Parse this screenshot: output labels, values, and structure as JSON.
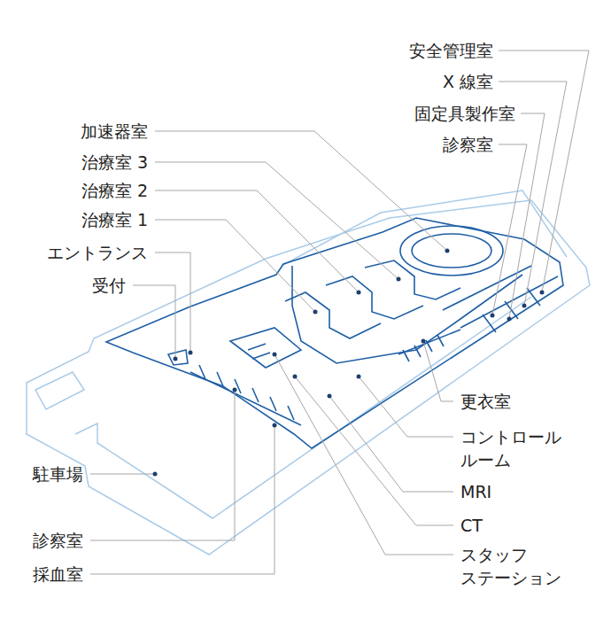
{
  "diagram": {
    "labels": [
      "安全管理室",
      "X 線室",
      "固定具製作室",
      "診察室",
      "加速器室",
      "治療室 3",
      "治療室 2",
      "治療室 1",
      "エントランス",
      "受付",
      "更衣室",
      "コントロール ルーム",
      "MRI",
      "CT",
      "スタッフ ステーション",
      "駐車場",
      "診察室",
      "採血室"
    ]
  }
}
